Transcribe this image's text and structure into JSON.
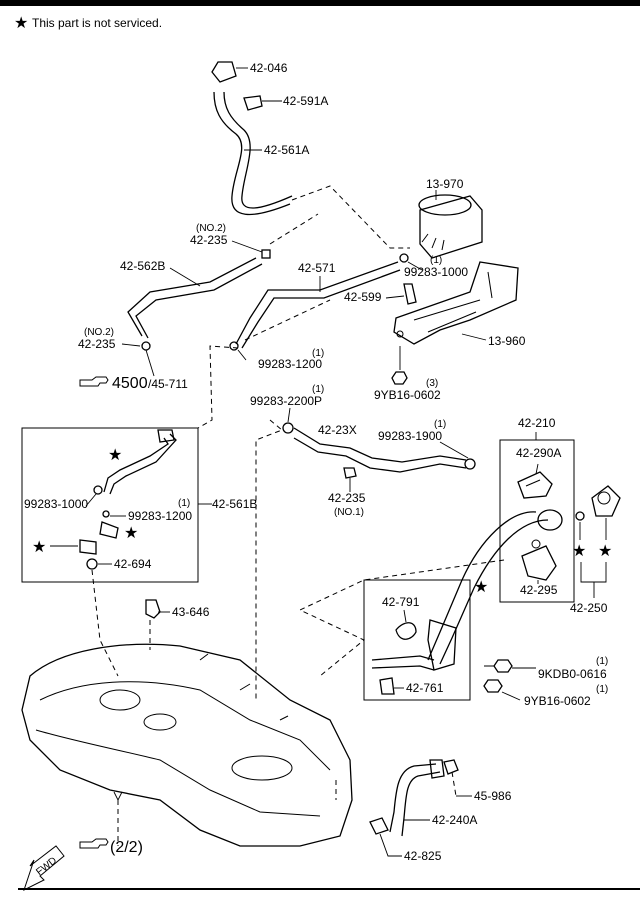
{
  "note": {
    "star": "★",
    "text": "This part is not serviced."
  },
  "labels": {
    "p42_046": "42-046",
    "p42_591A": "42-591A",
    "p42_561A": "42-561A",
    "p13_970": "13-970",
    "no2_a": "(NO.2)",
    "p42_235_a": "42-235",
    "p42_562B": "42-562B",
    "p42_571": "42-571",
    "q1_a": "(1)",
    "p99283_1000_a": "99283-1000",
    "p42_599": "42-599",
    "no2_b": "(NO.2)",
    "p42_235_b": "42-235",
    "p13_960": "13-960",
    "q1_b": "(1)",
    "p99283_1200_a": "99283-1200",
    "q3": "(3)",
    "p9YB16_0602_a": "9YB16-0602",
    "ref4500": "4500",
    "ref45_711": "/45-711",
    "q1_c": "(1)",
    "p99283_2200P": "99283-2200P",
    "p42_23X": "42-23X",
    "q1_d": "(1)",
    "p99283_1900": "99283-1900",
    "p42_210": "42-210",
    "p42_290A": "42-290A",
    "p42_235_c": "42-235",
    "no1": "(NO.1)",
    "p42_561B": "42-561B",
    "p99283_1000_b": "99283-1000",
    "q1_e": "(1)",
    "p99283_1200_b": "99283-1200",
    "p42_694": "42-694",
    "p42_295": "42-295",
    "p42_250": "42-250",
    "p43_646": "43-646",
    "p42_791": "42-791",
    "q1_f": "(1)",
    "p9KDB0_0616": "9KDB0-0616",
    "p42_761": "42-761",
    "q1_g": "(1)",
    "p9YB16_0602_b": "9YB16-0602",
    "p45_986": "45-986",
    "p42_240A": "42-240A",
    "p42_825": "42-825",
    "ref22": "(2/2)",
    "fwd": "FWD"
  },
  "icons": [
    "pointing-hand-icon",
    "fwd-arrow-icon",
    "star-icon"
  ]
}
